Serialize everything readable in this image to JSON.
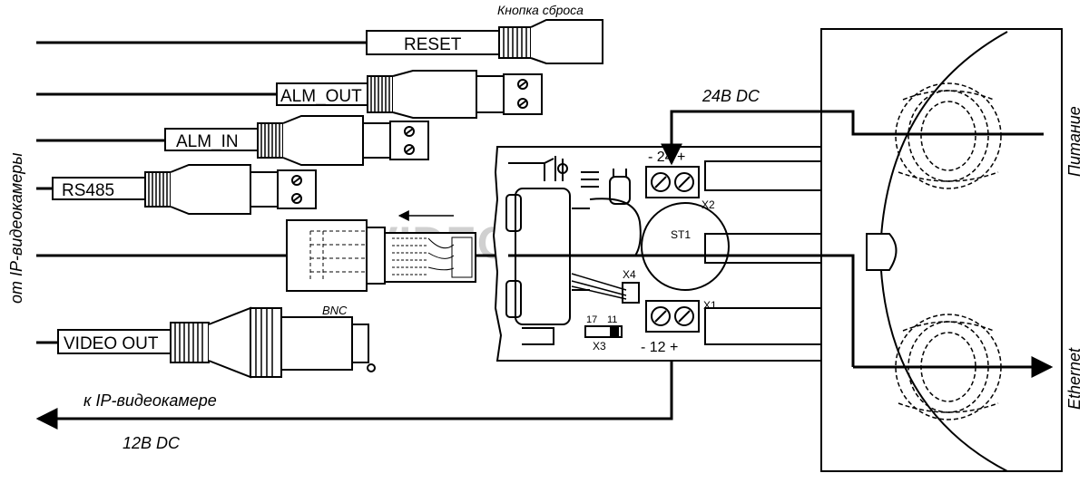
{
  "labels": {
    "reset_button": "Кнопка сброса",
    "reset": "RESET",
    "alm_out": "ALM_OUT",
    "alm_in": "ALM_IN",
    "rs485": "RS485",
    "video_out": "VIDEO OUT",
    "bnc": "BNC",
    "from_camera": "от IP-видеокамеры",
    "to_camera": "к IP-видеокамере",
    "dc12": "12B DC",
    "dc24": "24B DC",
    "power": "Питание",
    "ethernet": "Ethernet",
    "terminal_24": "- 24 +",
    "terminal_12": "- 12 +",
    "x1": "X1",
    "x2": "X2",
    "x3": "X3",
    "x4": "X4",
    "st1": "ST1",
    "jumper_17": "17",
    "jumper_11": "11",
    "watermark": "VIDEOGLAZ.RU"
  },
  "colors": {
    "line": "#000000",
    "background": "#ffffff",
    "watermark": "#d0d0d0"
  }
}
